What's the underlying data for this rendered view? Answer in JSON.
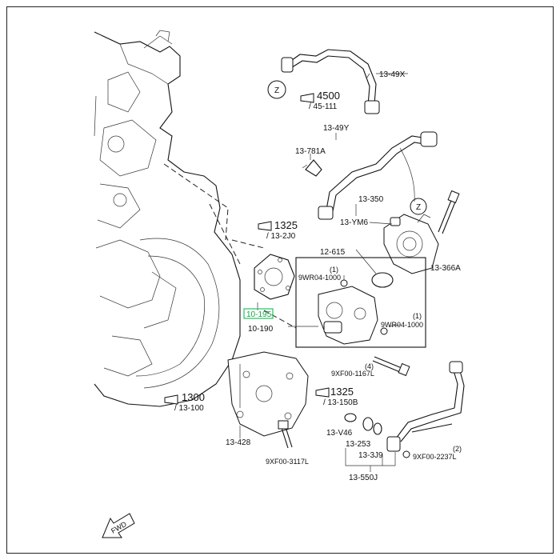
{
  "labels": {
    "l_13_49x": "13-49X",
    "l_4500": "4500",
    "l_45_111": "/ 45-111",
    "l_13_49y": "13-49Y",
    "l_13_781a": "13-781A",
    "l_13_350": "13-350",
    "l_13_ym6": "13-YM6",
    "l_1325_top": "1325",
    "l_13_2j0": "/ 13-2J0",
    "l_12_615": "12-615",
    "l_13_366a": "13-366A",
    "l_qty_1a": "(1)",
    "l_9wr_a": "9WR04-1000",
    "l_qty_1b": "(1)",
    "l_9wr_b": "9WR04-1000",
    "l_10_195": "10-195",
    "l_10_190": "10-190",
    "l_qty_4": "(4)",
    "l_9xf_1167": "9XF00-1167L",
    "l_1325_mid": "1325",
    "l_13_150b": "/ 13-150B",
    "l_1300": "1300",
    "l_13_100": "/ 13-100",
    "l_13_428": "13-428",
    "l_9xf_3117": "9XF00-3117L",
    "l_13_v46": "13-V46",
    "l_13_253": "13-253",
    "l_13_3j9": "13-3J9",
    "l_13_550j": "13-550J",
    "l_qty_2": "(2)",
    "l_9xf_2237": "9XF00-2237L",
    "z_top": "Z",
    "z_right": "Z",
    "fwd": "FWD"
  },
  "colors": {
    "highlight": "#22c55e",
    "ink": "#111111"
  }
}
